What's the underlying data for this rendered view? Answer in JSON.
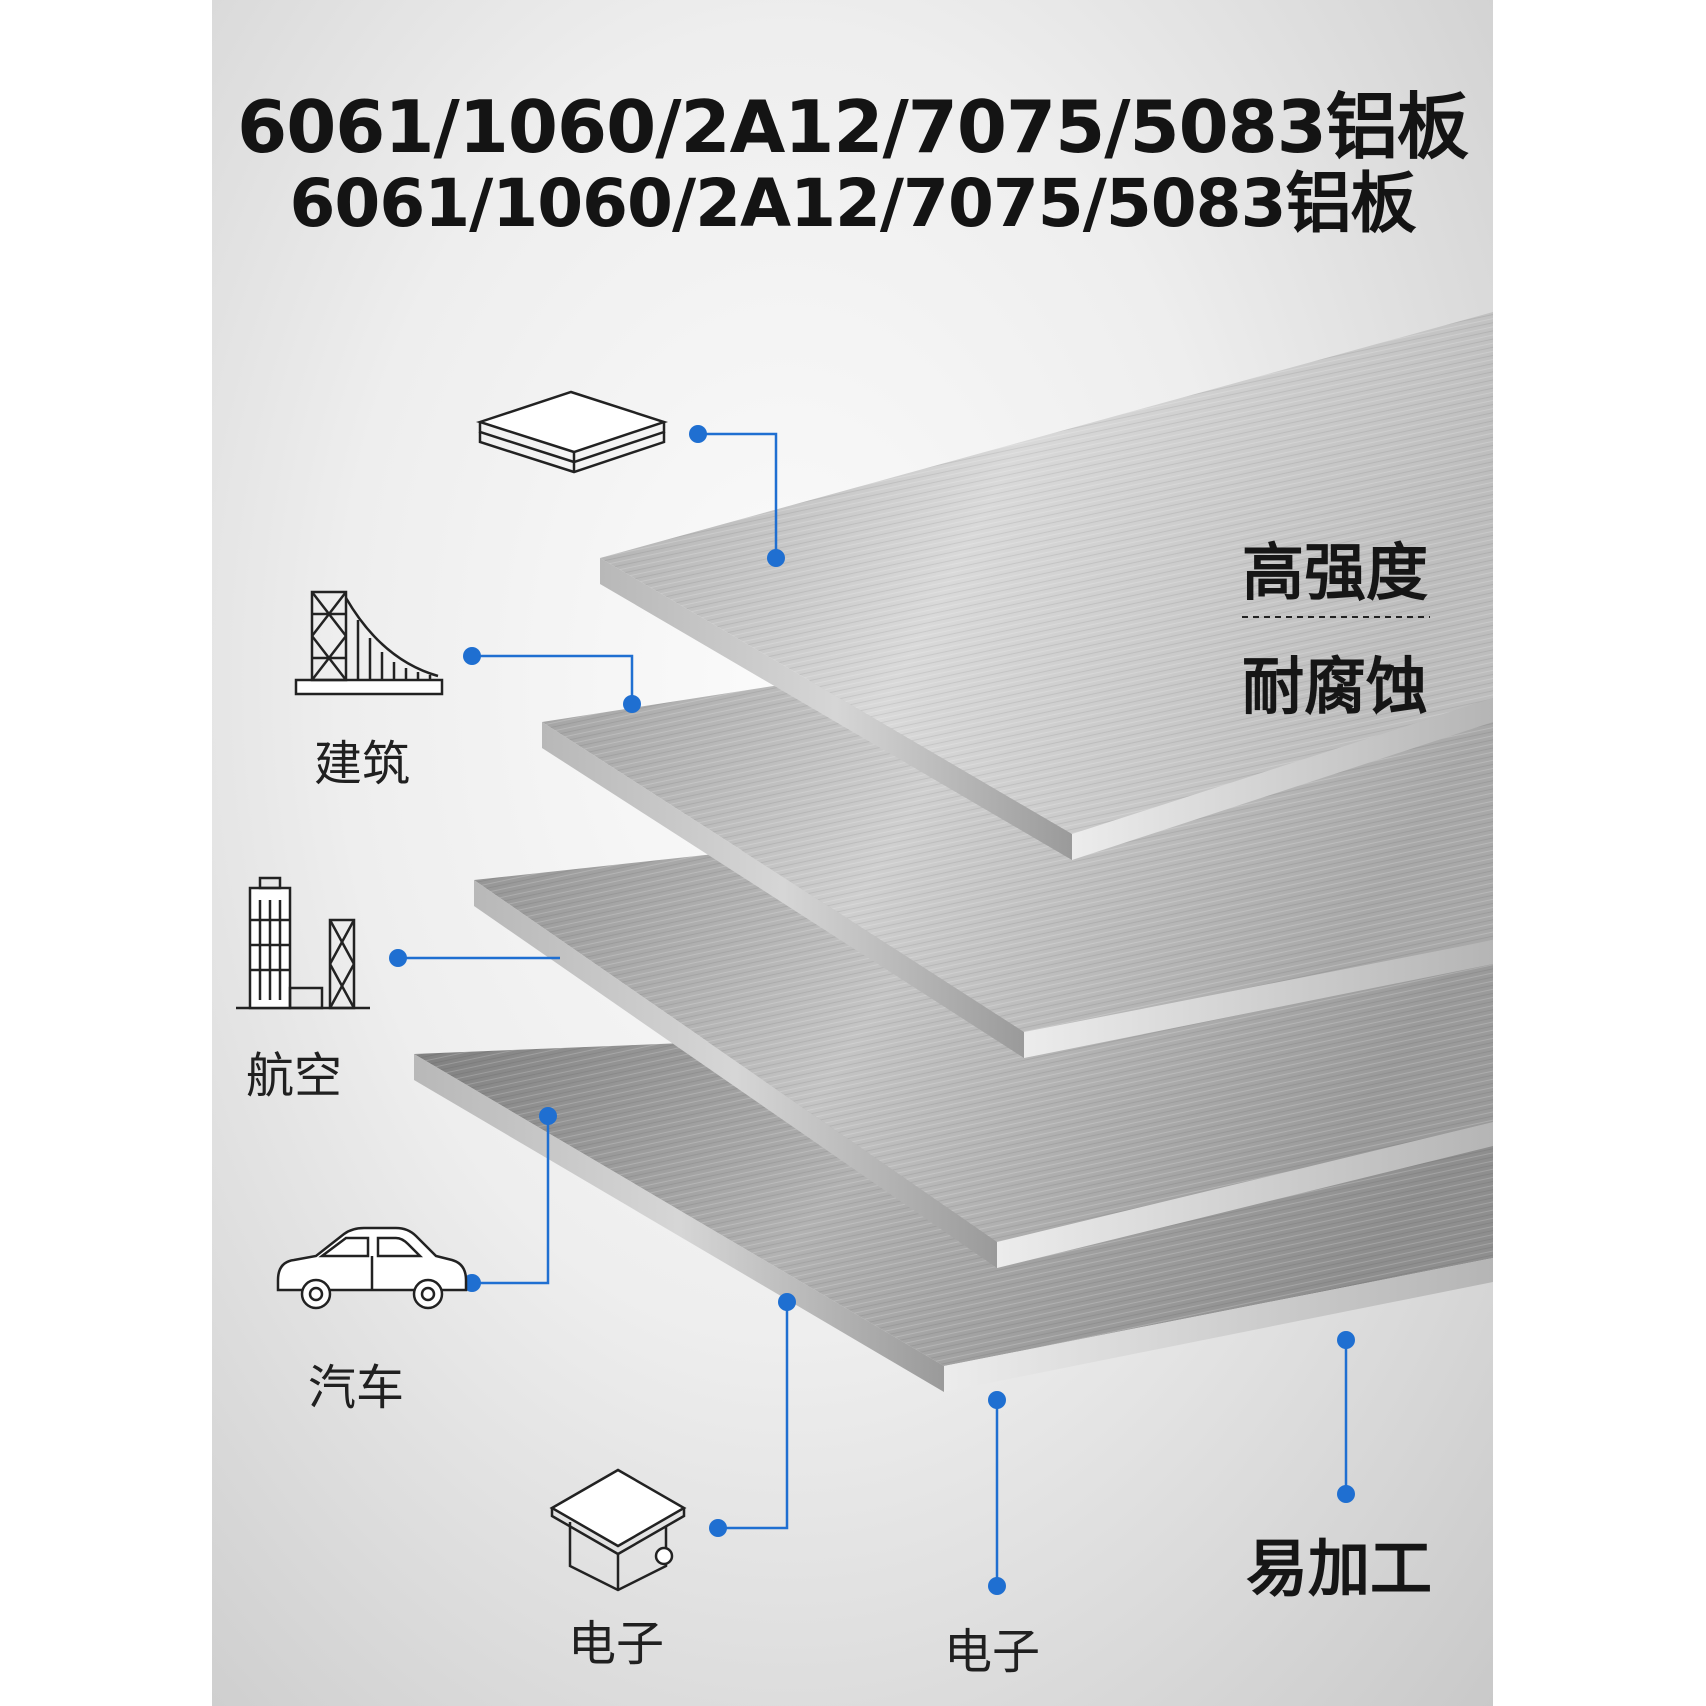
{
  "title": {
    "line1": "6061/1060/2A12/7075/5083铝板",
    "line2": "6061/1060/2A12/7075/5083铝板"
  },
  "features": {
    "strength": "高强度",
    "corrosion": "耐腐蚀",
    "machining": "易加工"
  },
  "applications": [
    {
      "label": "",
      "icon": "plate-stack-icon"
    },
    {
      "label": "建筑",
      "icon": "bridge-icon"
    },
    {
      "label": "航空",
      "icon": "city-buildings-icon"
    },
    {
      "label": "汽车",
      "icon": "car-icon"
    },
    {
      "label": "电子",
      "icon": "electronic-chip-icon"
    },
    {
      "label": "电子",
      "icon": ""
    }
  ],
  "colors": {
    "accent": "#1f6fd1",
    "text": "#161616"
  }
}
